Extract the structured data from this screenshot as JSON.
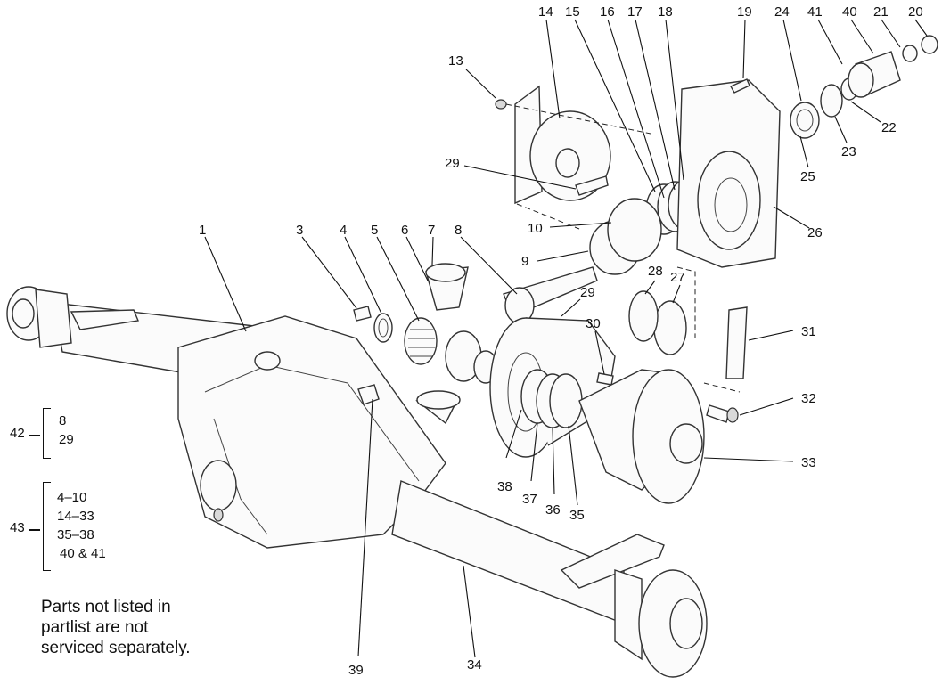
{
  "callouts": [
    "1",
    "3",
    "4",
    "5",
    "6",
    "7",
    "8",
    "9",
    "10",
    "13",
    "14",
    "15",
    "16",
    "17",
    "18",
    "19",
    "20",
    "21",
    "22",
    "23",
    "24",
    "25",
    "26",
    "27",
    "28",
    "29",
    "29",
    "29",
    "30",
    "31",
    "32",
    "33",
    "34",
    "35",
    "36",
    "37",
    "38",
    "39",
    "40",
    "41"
  ],
  "groups": [
    {
      "id": "42",
      "items": [
        "8",
        "29"
      ]
    },
    {
      "id": "43",
      "items": [
        "4–10",
        "14–33",
        "35–38",
        "40 & 41"
      ]
    }
  ],
  "note": {
    "line1": "Parts not listed in",
    "line2": "partlist are not",
    "line3": "serviced separately."
  }
}
